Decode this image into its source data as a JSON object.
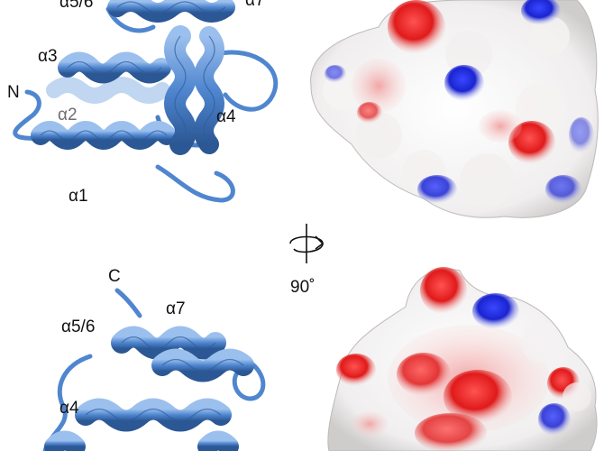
{
  "colors": {
    "ribbon": "#4f86cf",
    "ribbon_dark": "#2f5f9e",
    "ribbon_light": "#8db4e6",
    "surface_neutral": "#f2f0f0",
    "surface_negative": "#e21f1f",
    "surface_positive": "#1f27d8"
  },
  "labels": {
    "top_a56": "α5/6",
    "top_a7_partial": "α7",
    "top_a3": "α3",
    "top_n": "N",
    "top_a2": "α2",
    "top_a4": "α4",
    "top_a1": "α1",
    "rotation": "90˚",
    "bottom_c": "C",
    "bottom_a56": "α5/6",
    "bottom_a7": "α7",
    "bottom_a4": "α4"
  },
  "icons": {
    "rotation": "rotate-90-icon"
  }
}
